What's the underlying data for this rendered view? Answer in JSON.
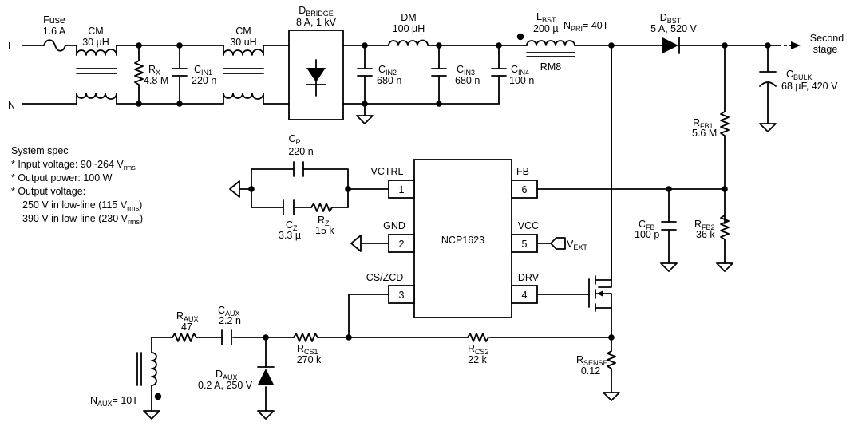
{
  "inputs": {
    "line": "L",
    "neutral": "N"
  },
  "fuse": {
    "name": "Fuse",
    "value": "1.6 A"
  },
  "cm1": {
    "name": "CM",
    "value": "30 µH"
  },
  "rx": {
    "name": "R",
    "sub": "X",
    "value": "4.8 M"
  },
  "cin1": {
    "name": "C",
    "sub": "IN1",
    "value": "220 n"
  },
  "cm2": {
    "name": "CM",
    "value": "30 uH"
  },
  "bridge": {
    "name": "D",
    "sub": "BRIDGE",
    "value": "8 A, 1 kV"
  },
  "cin2": {
    "name": "C",
    "sub": "IN2",
    "value": "680 n"
  },
  "dm": {
    "name": "DM",
    "value": "100 µH"
  },
  "cin3": {
    "name": "C",
    "sub": "IN3",
    "value": "680 n"
  },
  "cin4": {
    "name": "C",
    "sub": "IN4",
    "value": "100 n"
  },
  "lbst": {
    "name": "L",
    "sub": "BST,",
    "value": "200 µ",
    "npri_name": "N",
    "npri_sub": "PRI",
    "npri_value": "= 40T",
    "core": "RM8"
  },
  "dbst": {
    "name": "D",
    "sub": "BST",
    "value": "5 A, 520 V"
  },
  "output": {
    "line1": "Second",
    "line2": "stage"
  },
  "cbulk": {
    "name": "C",
    "sub": "BULK",
    "value": "68 µF, 420 V"
  },
  "rfb1": {
    "name": "R",
    "sub": "FB1",
    "value": "5.6 M"
  },
  "rfb2": {
    "name": "R",
    "sub": "FB2",
    "value": "36 k"
  },
  "cfb": {
    "name": "C",
    "sub": "FB",
    "value": "100 p"
  },
  "spec": {
    "title": "System spec",
    "l1": "* Input voltage: 90~264 V",
    "l1_sub": "rms",
    "l2": "* Output power: 100 W",
    "l3": "* Output voltage:",
    "l4": "250 V in low-line (115 V",
    "l4_sub": "rms",
    "l4_end": ")",
    "l5": "390 V in low-line (230 V",
    "l5_sub": "rms",
    "l5_end": ")"
  },
  "cp": {
    "name": "C",
    "sub": "P",
    "value": "220 n"
  },
  "cz": {
    "name": "C",
    "sub": "Z",
    "value": "3.3 µ"
  },
  "rz": {
    "name": "R",
    "sub": "Z",
    "value": "15 k"
  },
  "ic": {
    "name": "NCP1623",
    "pins": [
      {
        "num": "1",
        "label": "VCTRL"
      },
      {
        "num": "2",
        "label": "GND"
      },
      {
        "num": "3",
        "label": "CS/ZCD"
      },
      {
        "num": "4",
        "label": "DRV"
      },
      {
        "num": "5",
        "label": "VCC"
      },
      {
        "num": "6",
        "label": "FB"
      }
    ]
  },
  "vext": {
    "name": "V",
    "sub": "EXT"
  },
  "raux": {
    "name": "R",
    "sub": "AUX",
    "value": "47"
  },
  "caux": {
    "name": "C",
    "sub": "AUX",
    "value": "2.2 n"
  },
  "daux": {
    "name": "D",
    "sub": "AUX",
    "value": "0.2 A, 250 V"
  },
  "naux": {
    "name": "N",
    "sub": "AUX",
    "value": "= 10T"
  },
  "rcs1": {
    "name": "R",
    "sub": "CS1",
    "value": "270 k"
  },
  "rcs2": {
    "name": "R",
    "sub": "CS2",
    "value": "22 k"
  },
  "rsense": {
    "name": "R",
    "sub": "SENSE",
    "value": "0.12"
  }
}
